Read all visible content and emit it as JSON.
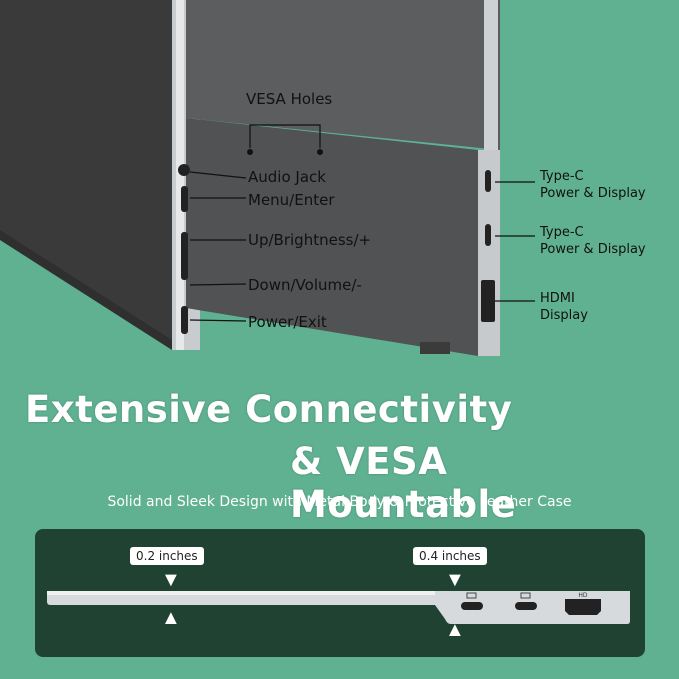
{
  "callouts": {
    "vesa": "VESA Holes",
    "audio": "Audio Jack",
    "menu": "Menu/Enter",
    "up": "Up/Brightness/+",
    "down": "Down/Volume/-",
    "power": "Power/Exit",
    "typec1_title": "Type-C",
    "typec1_sub": "Power & Display",
    "typec2_title": "Type-C",
    "typec2_sub": "Power & Display",
    "hdmi_title": "HDMI",
    "hdmi_sub": "Display"
  },
  "headline": {
    "line1": "Extensive  Connectivity",
    "line2": "& VESA Mountable"
  },
  "subheadline": "Solid and Sleek Design with Metal Body & Protective Leather Case",
  "side_view": {
    "thin_label": "0.2 inches",
    "thick_label": "0.4 inches",
    "hd_marking": "HD"
  },
  "colors": {
    "background": "#5fb192",
    "panel": "#1f4233",
    "screen": "#3d3d3d"
  }
}
